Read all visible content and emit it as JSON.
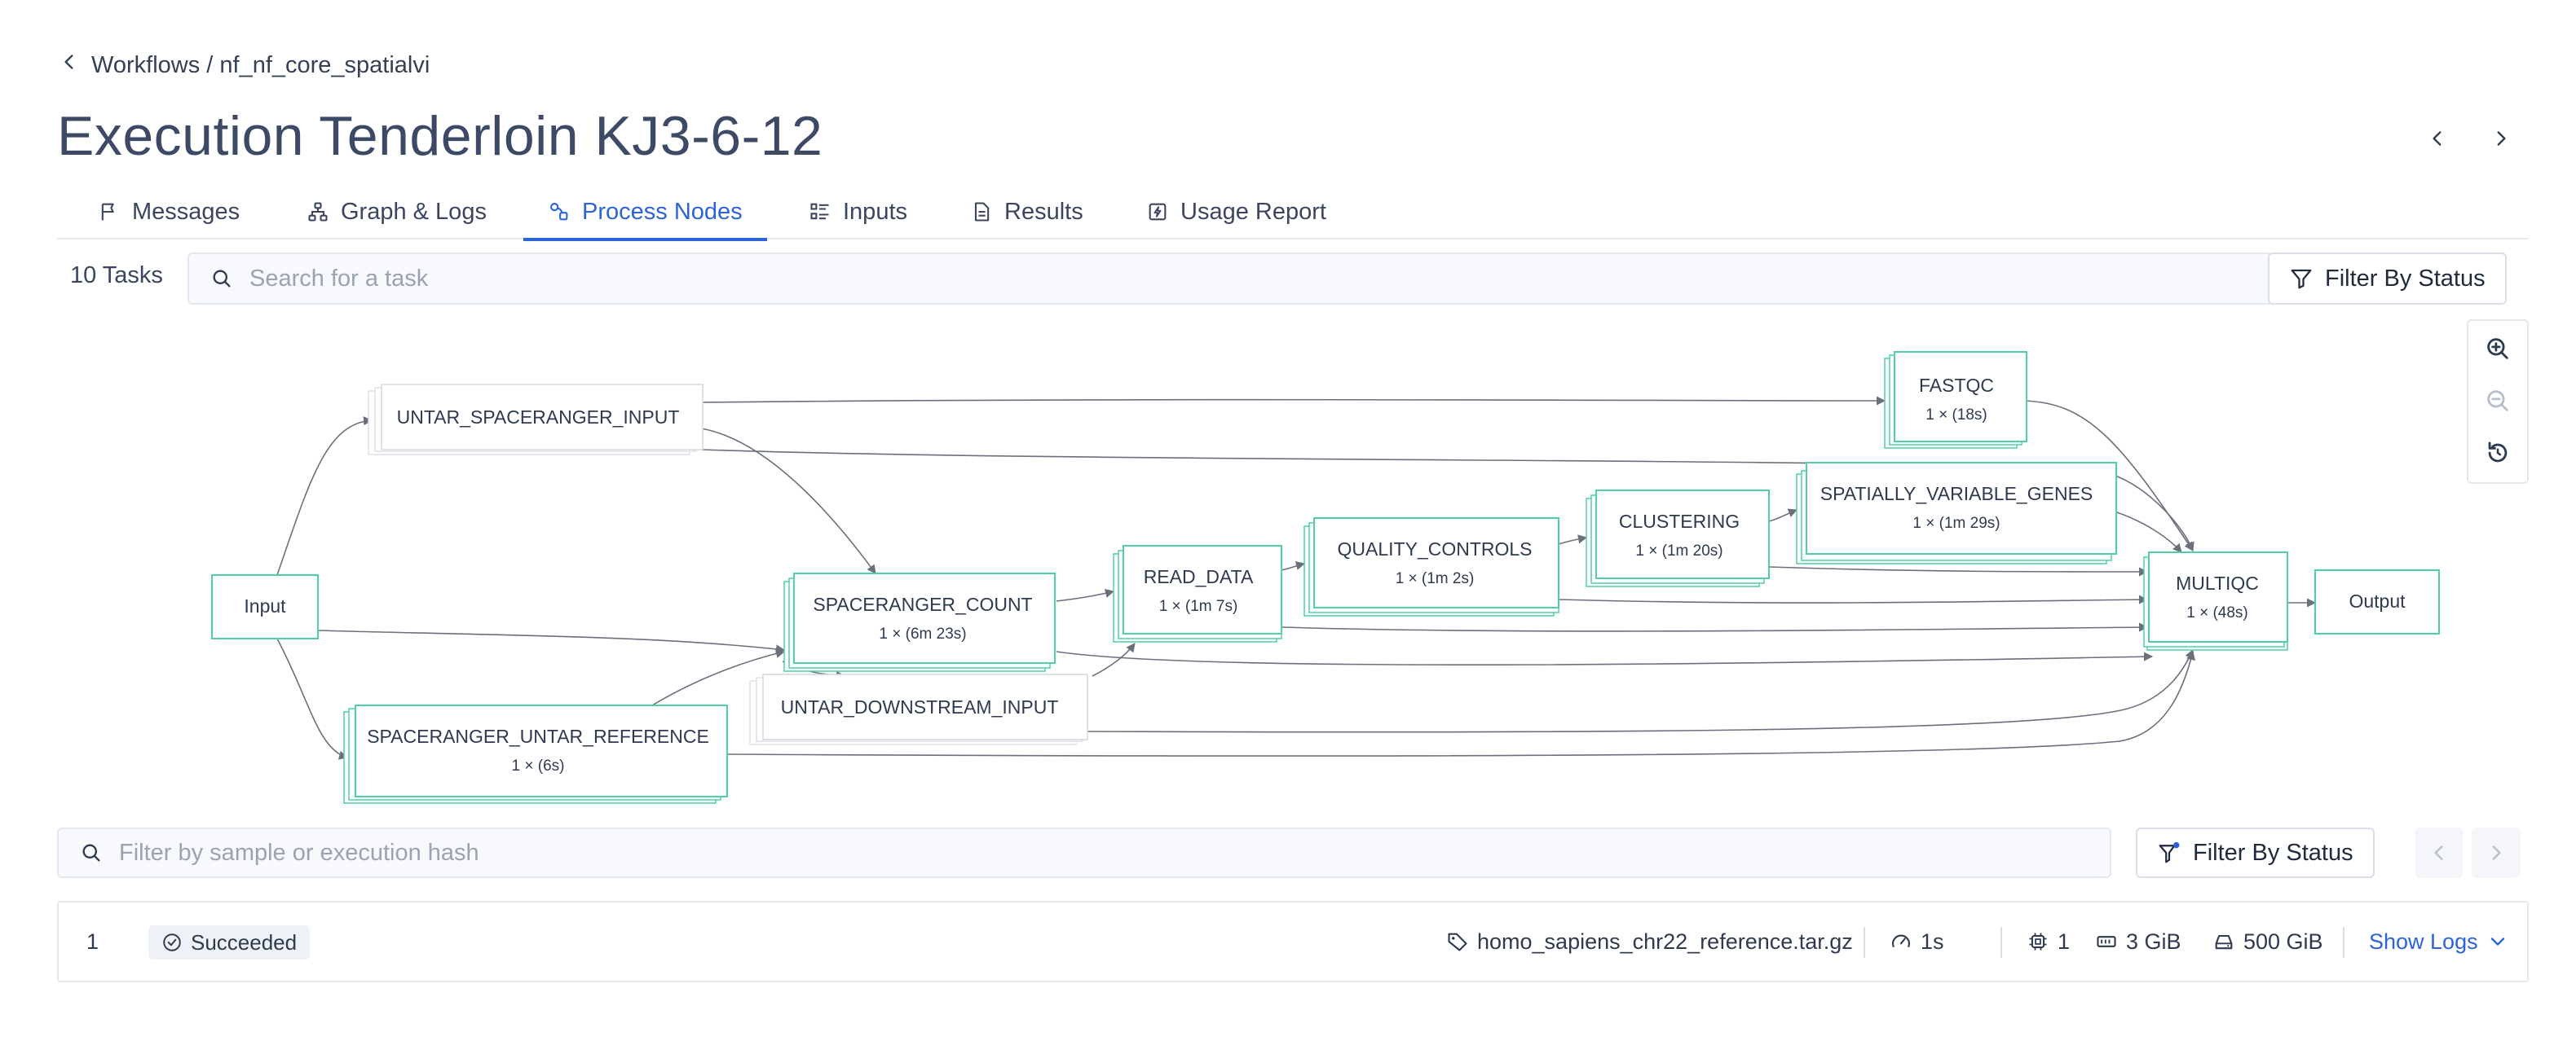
{
  "breadcrumb": {
    "text": "Workflows / nf_nf_core_spatialvi"
  },
  "page_title": "Execution Tenderloin KJ3-6-12",
  "tabs": [
    {
      "label": "Messages",
      "icon": "flag-icon"
    },
    {
      "label": "Graph & Logs",
      "icon": "graph-icon"
    },
    {
      "label": "Process Nodes",
      "icon": "process-nodes-icon",
      "active": true
    },
    {
      "label": "Inputs",
      "icon": "inputs-list-icon"
    },
    {
      "label": "Results",
      "icon": "document-icon"
    },
    {
      "label": "Usage Report",
      "icon": "usage-report-icon"
    }
  ],
  "tasks_count": "10 Tasks",
  "task_search": {
    "placeholder": "Search for a task"
  },
  "filter_by_status_label": "Filter By Status",
  "graph": {
    "accent_color": "#4fd1a5",
    "nodes": {
      "input": {
        "title": "Input"
      },
      "output": {
        "title": "Output"
      },
      "untar_spaceranger_input": {
        "title": "UNTAR_SPACERANGER_INPUT"
      },
      "fastqc": {
        "title": "FASTQC",
        "subtitle": "1 × (18s)"
      },
      "spatially_variable_genes": {
        "title": "SPATIALLY_VARIABLE_GENES",
        "subtitle": "1 × (1m 29s)"
      },
      "clustering": {
        "title": "CLUSTERING",
        "subtitle": "1 × (1m 20s)"
      },
      "quality_controls": {
        "title": "QUALITY_CONTROLS",
        "subtitle": "1 × (1m 2s)"
      },
      "read_data": {
        "title": "READ_DATA",
        "subtitle": "1 × (1m 7s)"
      },
      "spaceranger_count": {
        "title": "SPACERANGER_COUNT",
        "subtitle": "1 × (6m 23s)"
      },
      "multiqc": {
        "title": "MULTIQC",
        "subtitle": "1 × (48s)"
      },
      "untar_downstream_input": {
        "title": "UNTAR_DOWNSTREAM_INPUT"
      },
      "spaceranger_untar_reference": {
        "title": "SPACERANGER_UNTAR_REFERENCE",
        "subtitle": "1 × (6s)"
      }
    }
  },
  "sample_filter": {
    "placeholder": "Filter by sample or execution hash"
  },
  "task_row": {
    "index": "1",
    "status": "Succeeded",
    "sample": "homo_sapiens_chr22_reference.tar.gz",
    "duration": "1s",
    "cpus": "1",
    "memory": "3 GiB",
    "disk": "500 GiB",
    "show_logs_label": "Show Logs"
  }
}
